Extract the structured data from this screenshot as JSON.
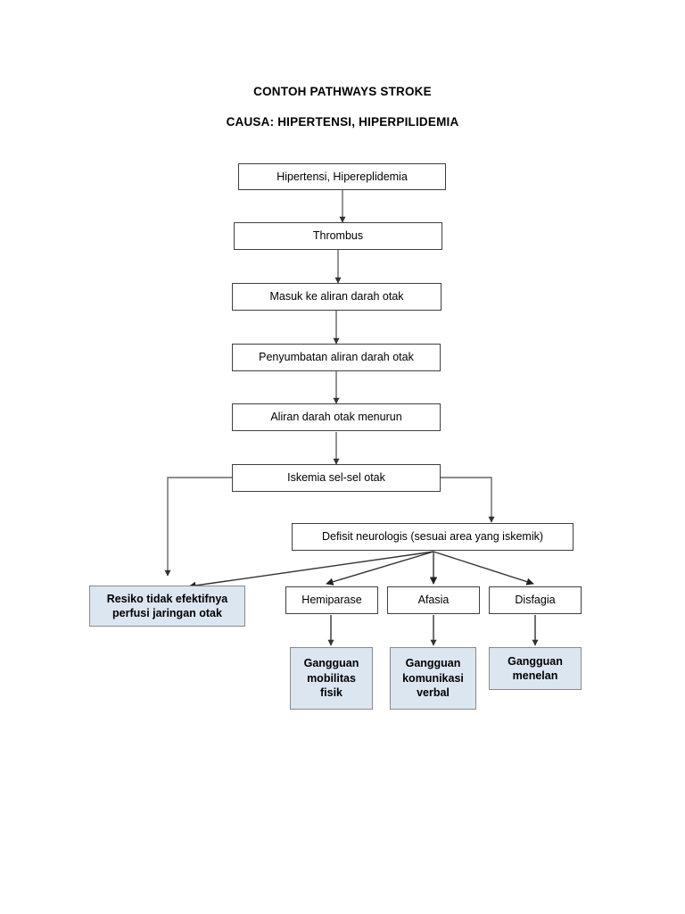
{
  "document": {
    "title_main": "CONTOH PATHWAYS STROKE",
    "title_cause": "CAUSA: HIPERTENSI, HIPERPILIDEMIA"
  },
  "colors": {
    "page_background": "#ffffff",
    "node_fill": "#ffffff",
    "node_border": "#3f3f3f",
    "diagnosis_fill": "#dce6f1",
    "diagnosis_border": "#8a8a8a",
    "edge_stroke": "#444444",
    "text": "#000000"
  },
  "flowchart": {
    "type": "flowchart",
    "orientation": "top-down",
    "nodes": [
      {
        "id": "hipertensi",
        "label": "Hipertensi, Hipereplidemia",
        "style": "plain"
      },
      {
        "id": "thrombus",
        "label": "Thrombus",
        "style": "plain"
      },
      {
        "id": "masuk",
        "label": "Masuk ke aliran darah otak",
        "style": "plain"
      },
      {
        "id": "penyumbatan",
        "label": "Penyumbatan aliran darah otak",
        "style": "plain"
      },
      {
        "id": "menurun",
        "label": "Aliran darah otak menurun",
        "style": "plain"
      },
      {
        "id": "iskemia",
        "label": "Iskemia sel-sel otak",
        "style": "plain"
      },
      {
        "id": "defisit",
        "label": "Defisit neurologis (sesuai area yang iskemik)",
        "style": "plain"
      },
      {
        "id": "resiko",
        "label": "Resiko tidak efektifnya perfusi jaringan otak",
        "style": "diagnosis"
      },
      {
        "id": "hemiparase",
        "label": "Hemiparase",
        "style": "plain"
      },
      {
        "id": "afasia",
        "label": "Afasia",
        "style": "plain"
      },
      {
        "id": "disfagia",
        "label": "Disfagia",
        "style": "plain"
      },
      {
        "id": "mobilitas",
        "label": "Gangguan mobilitas fisik",
        "style": "diagnosis"
      },
      {
        "id": "komunikasi",
        "label": "Gangguan komunikasi verbal",
        "style": "diagnosis"
      },
      {
        "id": "menelan",
        "label": "Gangguan menelan",
        "style": "diagnosis"
      }
    ],
    "edges": [
      {
        "from": "hipertensi",
        "to": "thrombus"
      },
      {
        "from": "thrombus",
        "to": "masuk"
      },
      {
        "from": "masuk",
        "to": "penyumbatan"
      },
      {
        "from": "penyumbatan",
        "to": "menurun"
      },
      {
        "from": "menurun",
        "to": "iskemia"
      },
      {
        "from": "iskemia",
        "to": "resiko"
      },
      {
        "from": "iskemia",
        "to": "defisit"
      },
      {
        "from": "defisit",
        "to": "resiko"
      },
      {
        "from": "defisit",
        "to": "hemiparase"
      },
      {
        "from": "defisit",
        "to": "afasia"
      },
      {
        "from": "defisit",
        "to": "disfagia"
      },
      {
        "from": "hemiparase",
        "to": "mobilitas"
      },
      {
        "from": "afasia",
        "to": "komunikasi"
      },
      {
        "from": "disfagia",
        "to": "menelan"
      }
    ]
  }
}
